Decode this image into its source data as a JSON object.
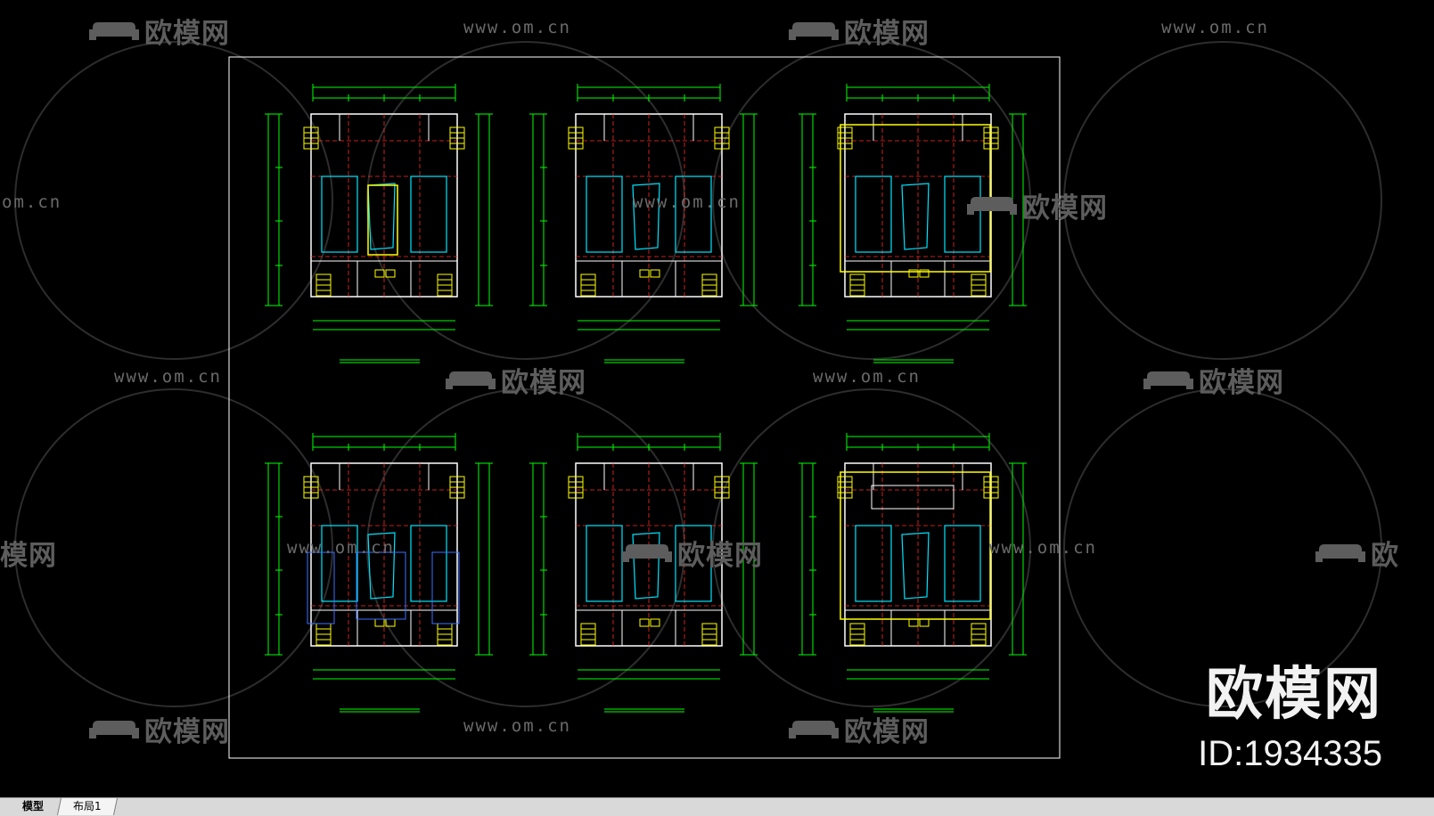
{
  "watermark": {
    "logo_text": "欧模网",
    "url_text": "www.om.cn",
    "url_fragment": "om.cn",
    "logo_fragment_right": "欧模网",
    "logo_fragment_left": "模网",
    "logo_fragment_edge": "欧"
  },
  "brand": {
    "name": "欧模网",
    "id_text": "ID:1934335"
  },
  "tabs": {
    "model": "模型",
    "layout1": "布局1"
  },
  "colors": {
    "background": "#000000",
    "frame": "#ffffff",
    "dimension": "#00ff00",
    "wall": "#ffffff",
    "axis": "#ff2a2a",
    "room": "#00e5ff",
    "stair": "#ffff00",
    "watermark": "#5d5d5d"
  },
  "plans": [
    "plan-1",
    "plan-2",
    "plan-3",
    "plan-4",
    "plan-5",
    "plan-6"
  ]
}
